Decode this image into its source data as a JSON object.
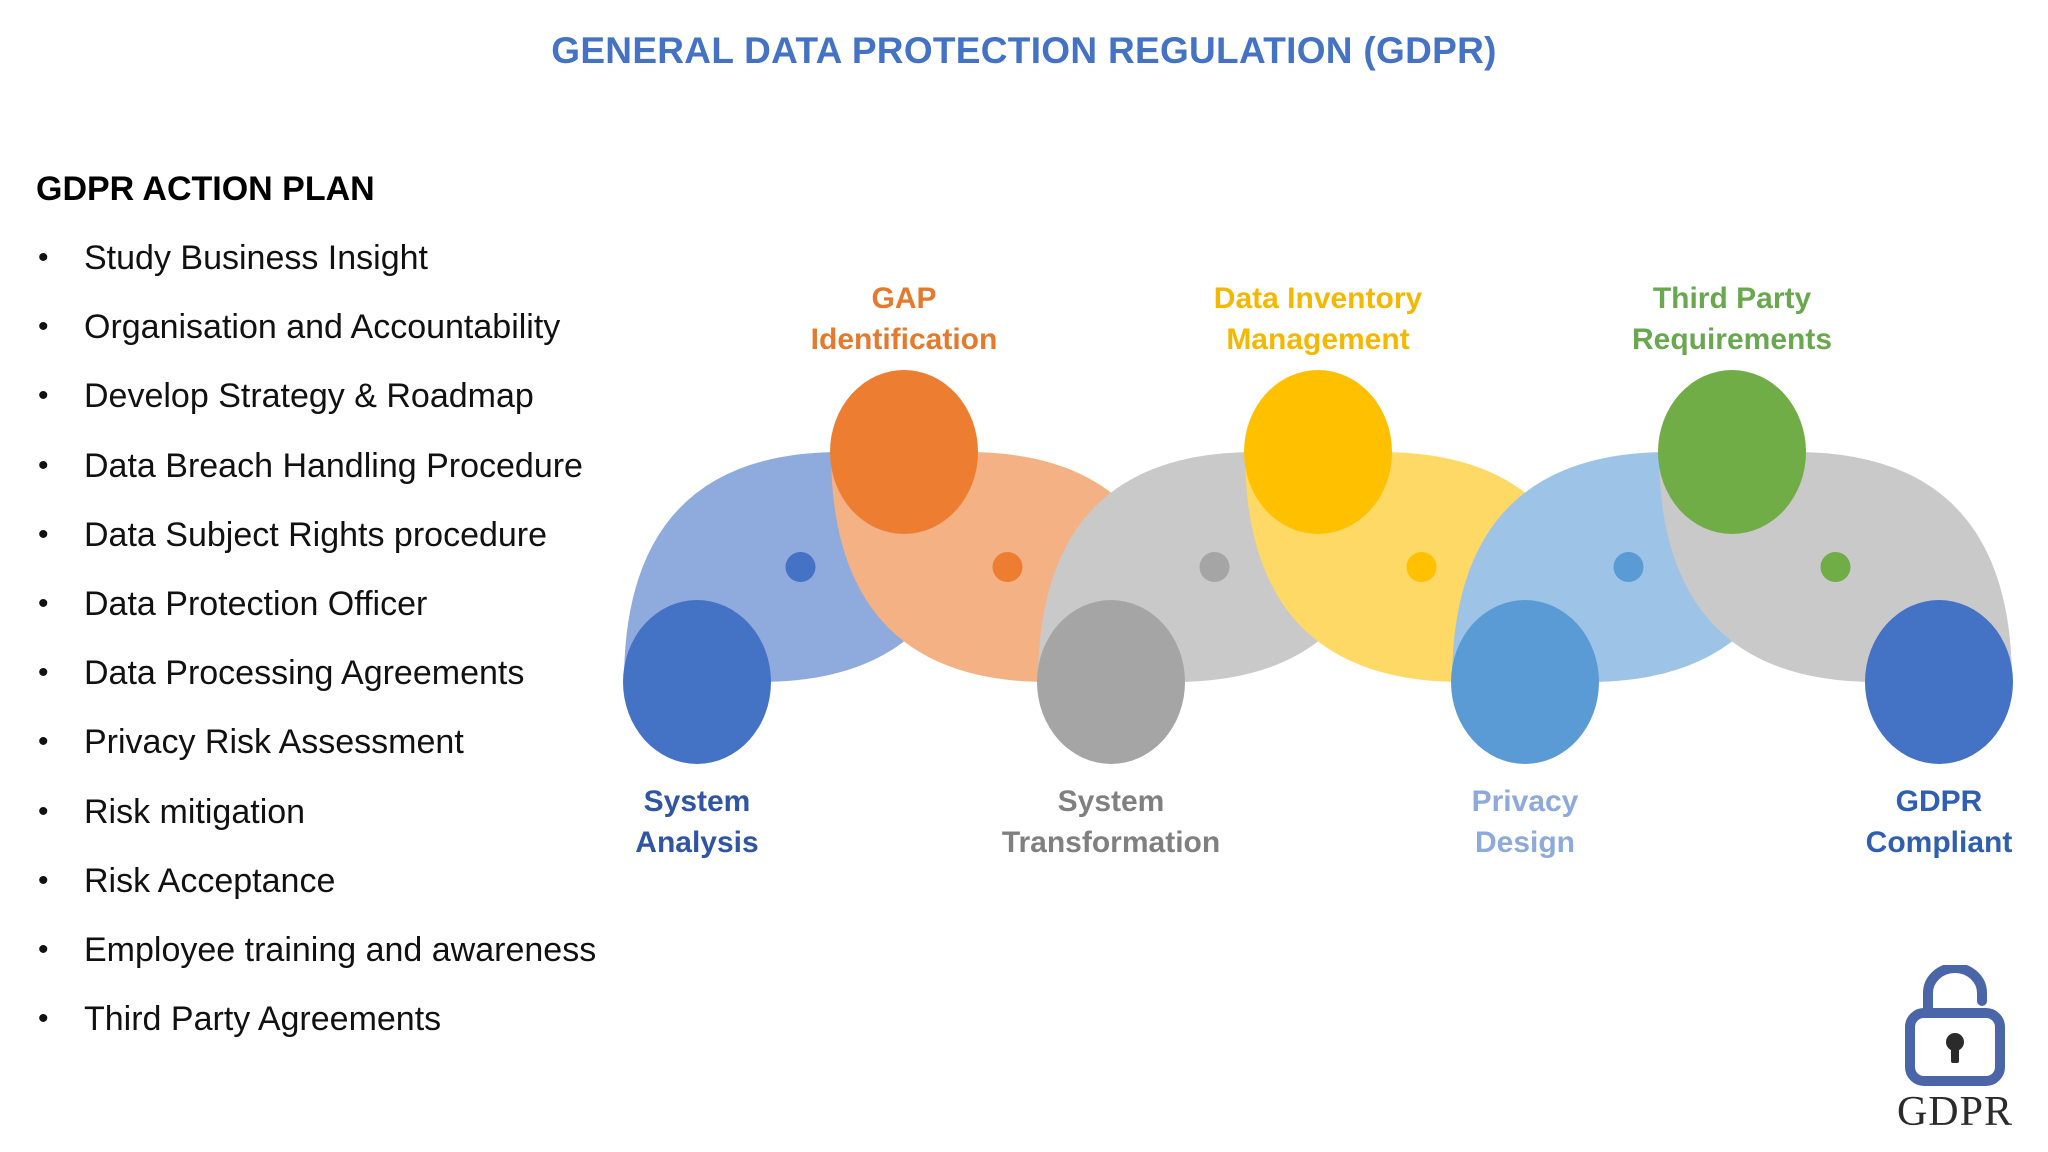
{
  "title": "GENERAL DATA PROTECTION REGULATION (GDPR)",
  "action_plan": {
    "heading": "GDPR ACTION PLAN",
    "bullet": "•",
    "items": [
      "Study Business Insight",
      "Organisation and Accountability",
      "Develop Strategy & Roadmap",
      "Data Breach Handling Procedure",
      "Data Subject Rights procedure",
      "Data Protection Officer",
      "Data Processing Agreements",
      "Privacy Risk Assessment",
      "Risk mitigation",
      "Risk Acceptance",
      "Employee training and awareness",
      "Third Party Agreements"
    ]
  },
  "steps": [
    {
      "label": [
        "System",
        "Analysis"
      ],
      "color": "#4472c4",
      "label_color": "#2f55a4",
      "pos": "bottom"
    },
    {
      "label": [
        "GAP",
        "Identification"
      ],
      "color": "#ed7d31",
      "label_color": "#e57a2e",
      "pos": "top"
    },
    {
      "label": [
        "System",
        "Transformation"
      ],
      "color": "#a5a5a5",
      "label_color": "#808080",
      "pos": "bottom"
    },
    {
      "label": [
        "Data Inventory",
        "Management"
      ],
      "color": "#ffc000",
      "label_color": "#f5b800",
      "pos": "top"
    },
    {
      "label": [
        "Privacy",
        "Design"
      ],
      "color": "#5b9bd5",
      "label_color": "#8ea9db",
      "pos": "bottom"
    },
    {
      "label": [
        "Third Party",
        "Requirements"
      ],
      "color": "#70ad47",
      "label_color": "#6aa84f",
      "pos": "top"
    },
    {
      "label": [
        "GDPR",
        "Compliant"
      ],
      "color": "#4472c4",
      "label_color": "#2f5fb3",
      "pos": "bottom"
    }
  ],
  "connectors": [
    {
      "color": "#8faadc",
      "dot": "#4472c4"
    },
    {
      "color": "#f4b183",
      "dot": "#ed7d31"
    },
    {
      "color": "#c9c9c9",
      "dot": "#a5a5a5"
    },
    {
      "color": "#ffd966",
      "dot": "#ffc000"
    },
    {
      "color": "#9dc3e6",
      "dot": "#5b9bd5"
    },
    {
      "color": "#c9c9c9",
      "dot": "#70ad47"
    }
  ],
  "logo": {
    "text": "GDPR",
    "icon": "padlock-icon",
    "color": "#4b66a8"
  }
}
